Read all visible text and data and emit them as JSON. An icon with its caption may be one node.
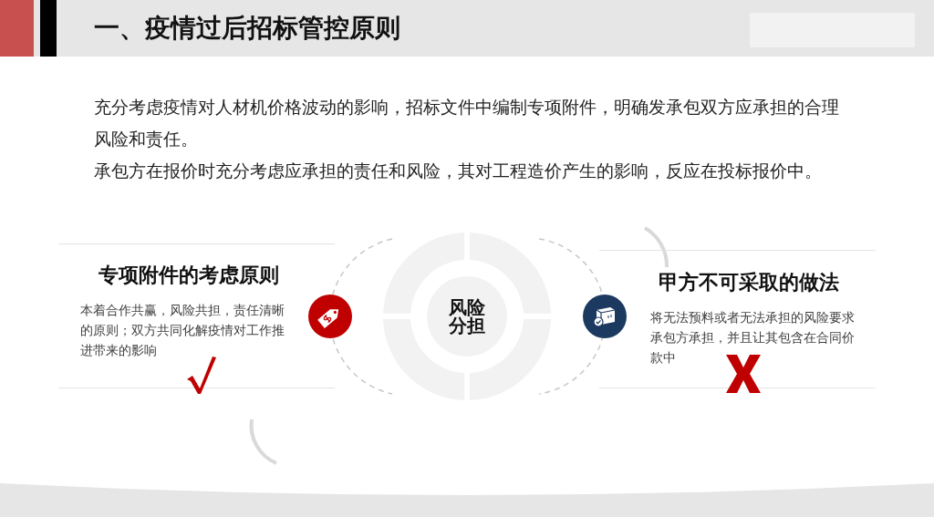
{
  "diagram": {
    "title": "一、疫情过后招标管控原则",
    "nodes": [
      {
        "text": [
          "专项附件的考虑原则",
          "本着合作共赢，风险共担，责任清晰的原则；双方共同化解疫情对工作推进带来的影响"
        ]
      },
      {
        "text": [
          "风险分担"
        ]
      },
      {
        "text": [
          "甲方不可采取的做法",
          "将无法预料或者无法承担的风险要求承包方承担，并且让其包含在合同价款中"
        ]
      }
    ],
    "labels": [
      "充分考虑疫情对人材机价格波动的影响，招标文件中编制专项附件，明确发承包双方应承担的合理风险和责任。",
      "承包方在报价时充分考虑应承担的责任和风险，其对工程造价产生的影响，反应在投标报价中。"
    ]
  }
}
